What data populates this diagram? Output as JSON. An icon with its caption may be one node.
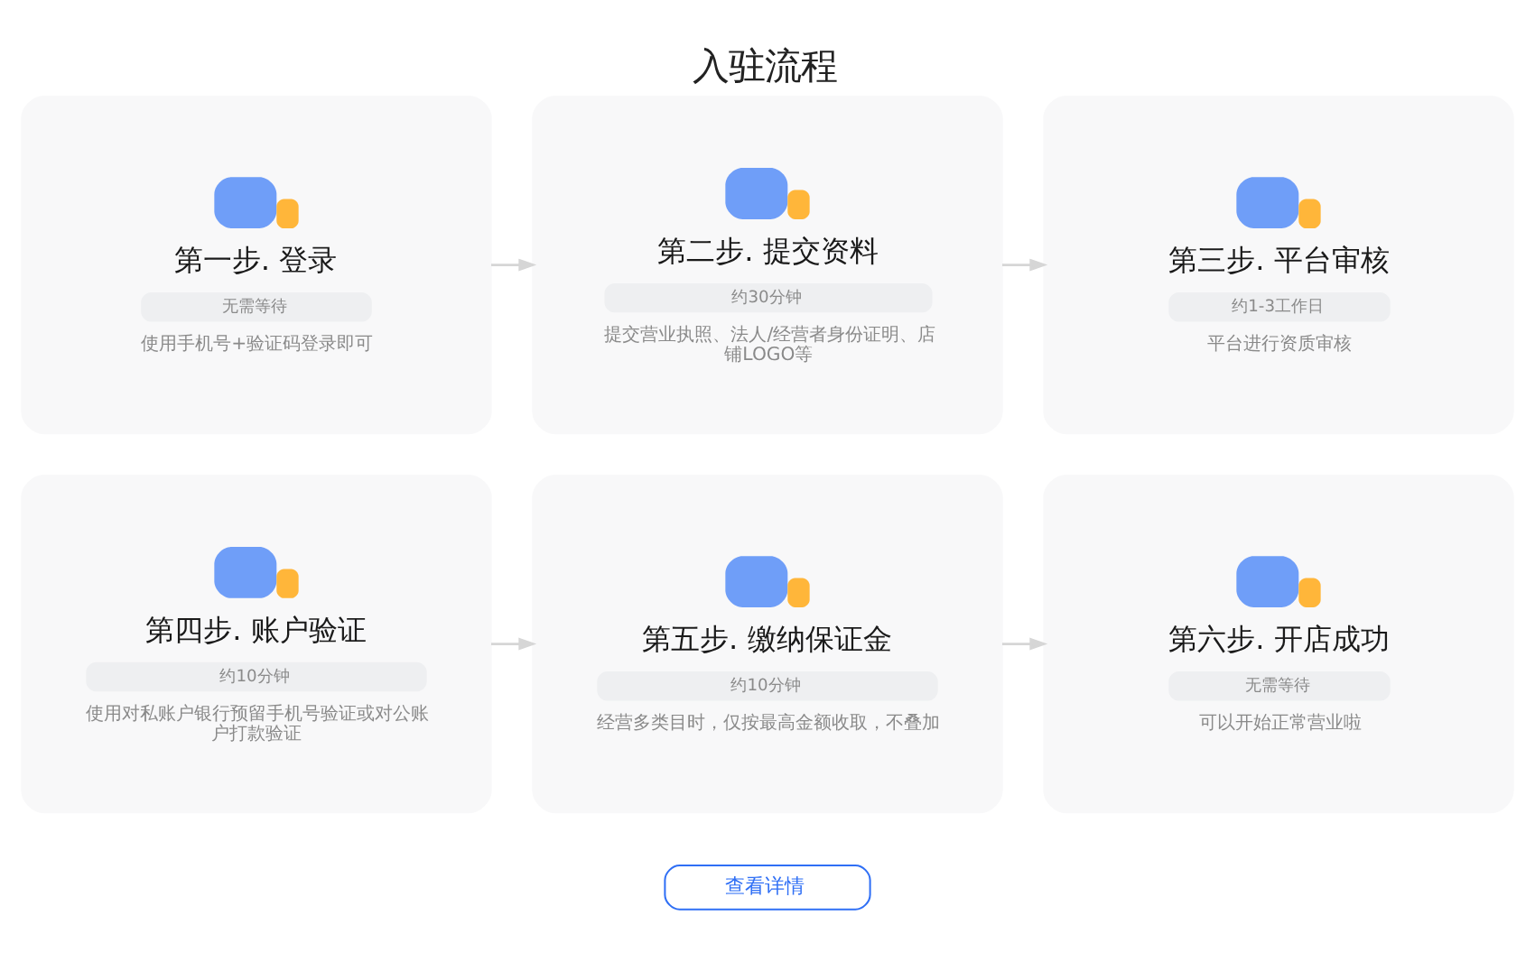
{
  "diagram": {
    "title": "入驻流程",
    "nodes": [
      {
        "text": [
          "第一步. 登录",
          "无需等待",
          "使用手机号+验证码登录即可"
        ]
      },
      {
        "text": [
          "第二步. 提交资料",
          "约30分钟",
          "提交营业执照、法人/经营者身份证明、店铺LOGO等"
        ]
      },
      {
        "text": [
          "第三步. 平台审核",
          "约1-3工作日",
          "平台进行资质审核"
        ]
      },
      {
        "text": [
          "第四步. 账户验证",
          "约10分钟",
          "使用对私账户银行预留手机号验证或对公账户打款验证"
        ]
      },
      {
        "text": [
          "第五步. 缴纳保证金",
          "约10分钟",
          "经营多类目时，仅按最高金额收取，不叠加"
        ]
      },
      {
        "text": [
          "第六步. 开店成功",
          "无需等待",
          "可以开始正常营业啦"
        ]
      }
    ],
    "edges": [
      {
        "from": 0,
        "to": 1,
        "arrow": "to"
      },
      {
        "from": 1,
        "to": 2,
        "arrow": "to"
      },
      {
        "from": 3,
        "to": 4,
        "arrow": "to"
      },
      {
        "from": 4,
        "to": 5,
        "arrow": "to"
      }
    ],
    "labels": [
      "查看详情"
    ]
  }
}
